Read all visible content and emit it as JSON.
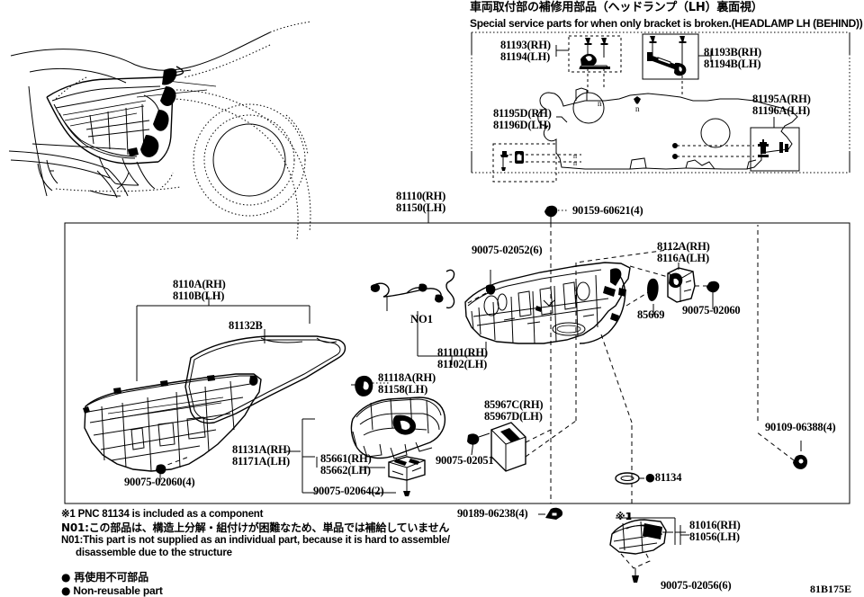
{
  "header": {
    "jp_title": "車両取付部の補修用部品（ヘッドランプ（LH）裏面視）",
    "en_title": "Special service parts for when only bracket is broken.(HEADLAMP LH (BEHIND))"
  },
  "bracket_panel": {
    "labels": [
      {
        "id": "p81193",
        "text": "81193(RH)\n81194(LH)"
      },
      {
        "id": "p81193b",
        "text": "81193B(RH)\n81194B(LH)"
      },
      {
        "id": "p81195d",
        "text": "81195D(RH)\n81196D(LH)"
      },
      {
        "id": "p81195a",
        "text": "81195A(RH)\n81196A(LH)"
      }
    ]
  },
  "main": {
    "assembly_label": "81110(RH)\n81150(LH)",
    "labels": [
      {
        "id": "l8110a",
        "text": "8110A(RH)\n8110B(LH)"
      },
      {
        "id": "l81132b",
        "text": "81132B"
      },
      {
        "id": "l81101",
        "text": "81101(RH)\n81102(LH)"
      },
      {
        "id": "lno1",
        "text": "NO1"
      },
      {
        "id": "l81118a",
        "text": "81118A(RH)\n81158(LH)"
      },
      {
        "id": "l81131a",
        "text": "81131A(RH)\n81171A(LH)"
      },
      {
        "id": "l85661",
        "text": "85661(RH)\n85662(LH)"
      },
      {
        "id": "l85967c",
        "text": "85967C(RH)\n85967D(LH)"
      },
      {
        "id": "l8112a",
        "text": "8112A(RH)\n8116A(LH)"
      },
      {
        "id": "l85669",
        "text": "85669"
      },
      {
        "id": "l81134",
        "text": "81134",
        "bullet": "●"
      },
      {
        "id": "l81016",
        "text": "81016(RH)\n81056(LH)",
        "note": "※1"
      }
    ],
    "fasteners": [
      {
        "id": "f90159",
        "text": "90159-60621(4)"
      },
      {
        "id": "f90075_02052",
        "text": "90075-02052(6)"
      },
      {
        "id": "f90075_02060r",
        "text": "90075-02060"
      },
      {
        "id": "f90075_02060l",
        "text": "90075-02060(4)"
      },
      {
        "id": "f90075_02064",
        "text": "90075-02064(2)"
      },
      {
        "id": "f90075_02051",
        "text": "90075-02051"
      },
      {
        "id": "f90109",
        "text": "90109-06388(4)"
      },
      {
        "id": "f90189",
        "text": "90189-06238(4)"
      },
      {
        "id": "f90075_02056",
        "text": "90075-02056(6)"
      }
    ]
  },
  "footnotes": {
    "note1": "※1 PNC 81134 is included as a component",
    "note_jp": "N01:この部品は、構造上分解・組付けが困難なため、単品では補給していません",
    "note_en1": "N01:This part is not supplied as an individual part, because it is hard to assemble/",
    "note_en2": "disassemble due to the structure",
    "legend_jp": "再使用不可部品",
    "legend_en": "Non-reusable part",
    "legend_bullet": "●"
  },
  "diagram_code": "81B175E"
}
